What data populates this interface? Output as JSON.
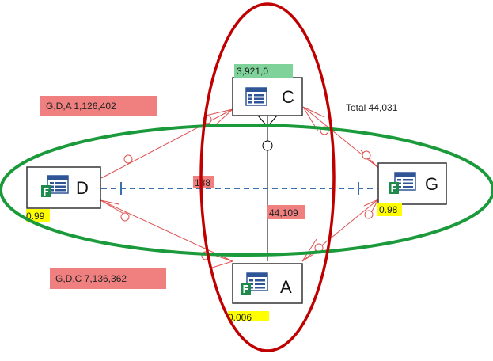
{
  "nodes": {
    "c": {
      "label": "C"
    },
    "d": {
      "label": "D"
    },
    "g": {
      "label": "G"
    },
    "a": {
      "label": "A"
    }
  },
  "annotations": {
    "gda": "G,D,A  1,126,402",
    "gdc": "G,D,C  7,136,362",
    "total": "Total 44,031",
    "c_value": "3,921,0",
    "d_value": "0.99",
    "g_value": "0.98",
    "a_value": "0.006",
    "dg_link": "188",
    "ca_link": "44,109"
  },
  "colors": {
    "red_ellipse": "#c00000",
    "green_ellipse": "#1a9a3a",
    "red_box": "#f08080",
    "green_box": "#7fd39a",
    "yellow_box": "#ffff00",
    "dashed_link": "#3c6fb0",
    "red_link": "#e05050"
  }
}
